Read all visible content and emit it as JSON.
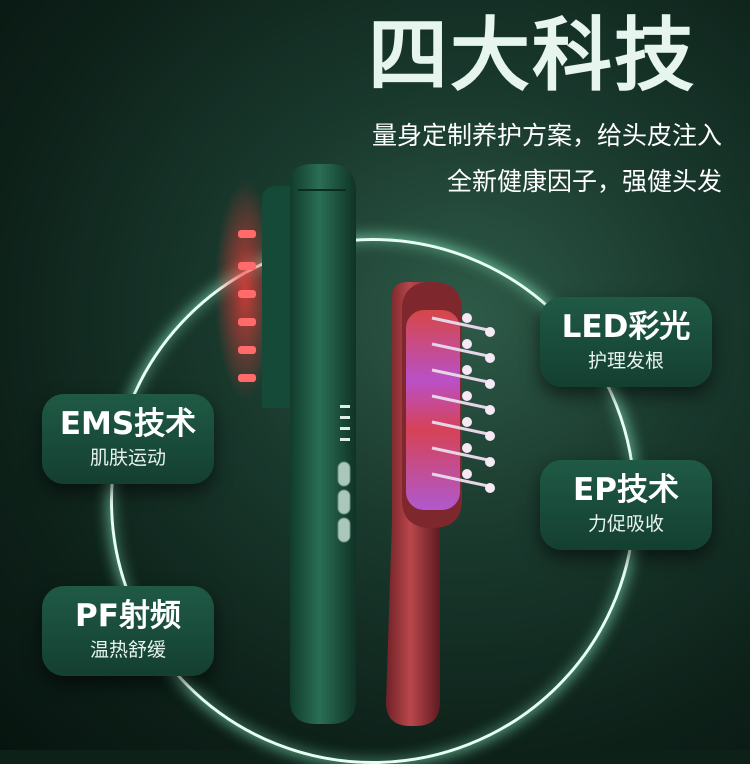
{
  "headline": "四大科技",
  "subtitle": {
    "line1": "量身定制养护方案，给头皮注入",
    "line2": "全新健康因子，强健头发"
  },
  "features": {
    "ems": {
      "title": "EMS技术",
      "desc": "肌肤运动"
    },
    "pf": {
      "title": "PF射频",
      "desc": "温热舒缓"
    },
    "led": {
      "title": "LED彩光",
      "desc": "护理发根"
    },
    "ep": {
      "title": "EP技术",
      "desc": "力促吸收"
    }
  },
  "colors": {
    "green_brush": "#1e5a45",
    "red_brush": "#a8393f",
    "ring_glow": "#c8ffe8"
  }
}
